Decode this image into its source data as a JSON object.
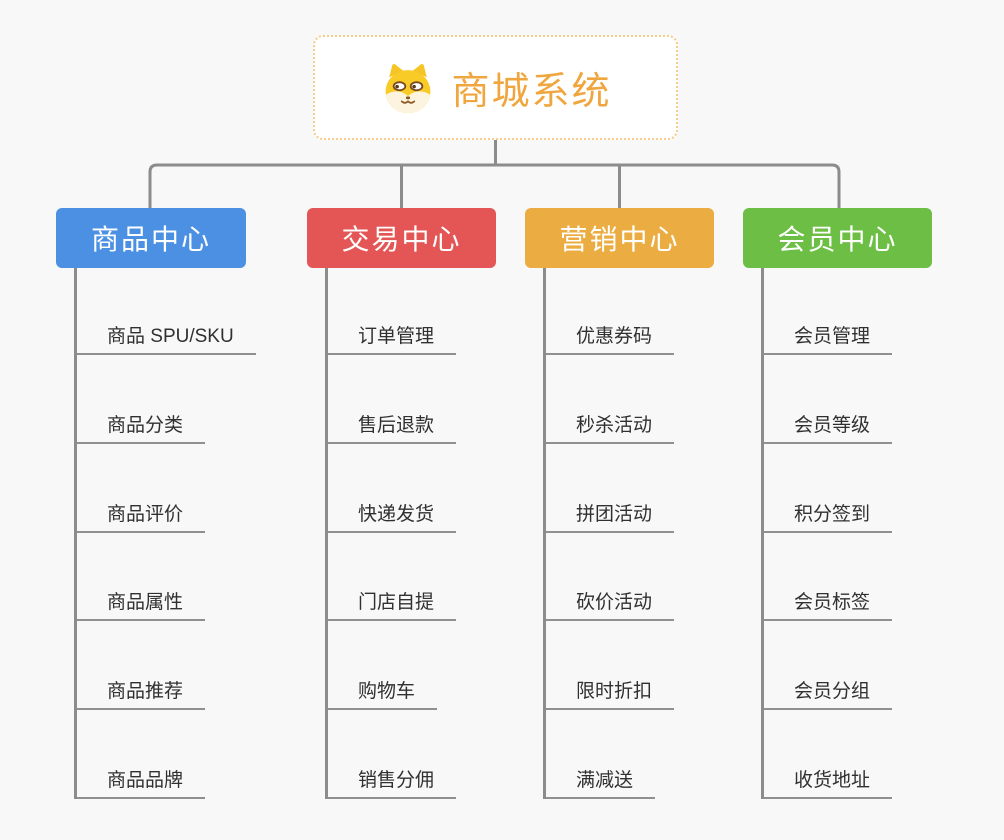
{
  "root": {
    "title": "商城系统",
    "icon": "dog-face-icon"
  },
  "branches": [
    {
      "label": "商品中心",
      "color": "#4B90E2",
      "items": [
        "商品 SPU/SKU",
        "商品分类",
        "商品评价",
        "商品属性",
        "商品推荐",
        "商品品牌"
      ]
    },
    {
      "label": "交易中心",
      "color": "#E35655",
      "items": [
        "订单管理",
        "售后退款",
        "快递发货",
        "门店自提",
        "购物车",
        "销售分佣"
      ]
    },
    {
      "label": "营销中心",
      "color": "#EBAD41",
      "items": [
        "优惠券码",
        "秒杀活动",
        "拼团活动",
        "砍价活动",
        "限时折扣",
        "满减送"
      ]
    },
    {
      "label": "会员中心",
      "color": "#6CBE44",
      "items": [
        "会员管理",
        "会员等级",
        "积分签到",
        "会员标签",
        "会员分组",
        "收货地址"
      ]
    }
  ],
  "colors": {
    "background": "#F8F8F8",
    "connector": "#8C8C8C",
    "underline": "#909090",
    "item_text": "#303030",
    "root_text": "#F0A63E",
    "root_border": "#F5CC8A",
    "node_text": "#FFFFFF"
  }
}
